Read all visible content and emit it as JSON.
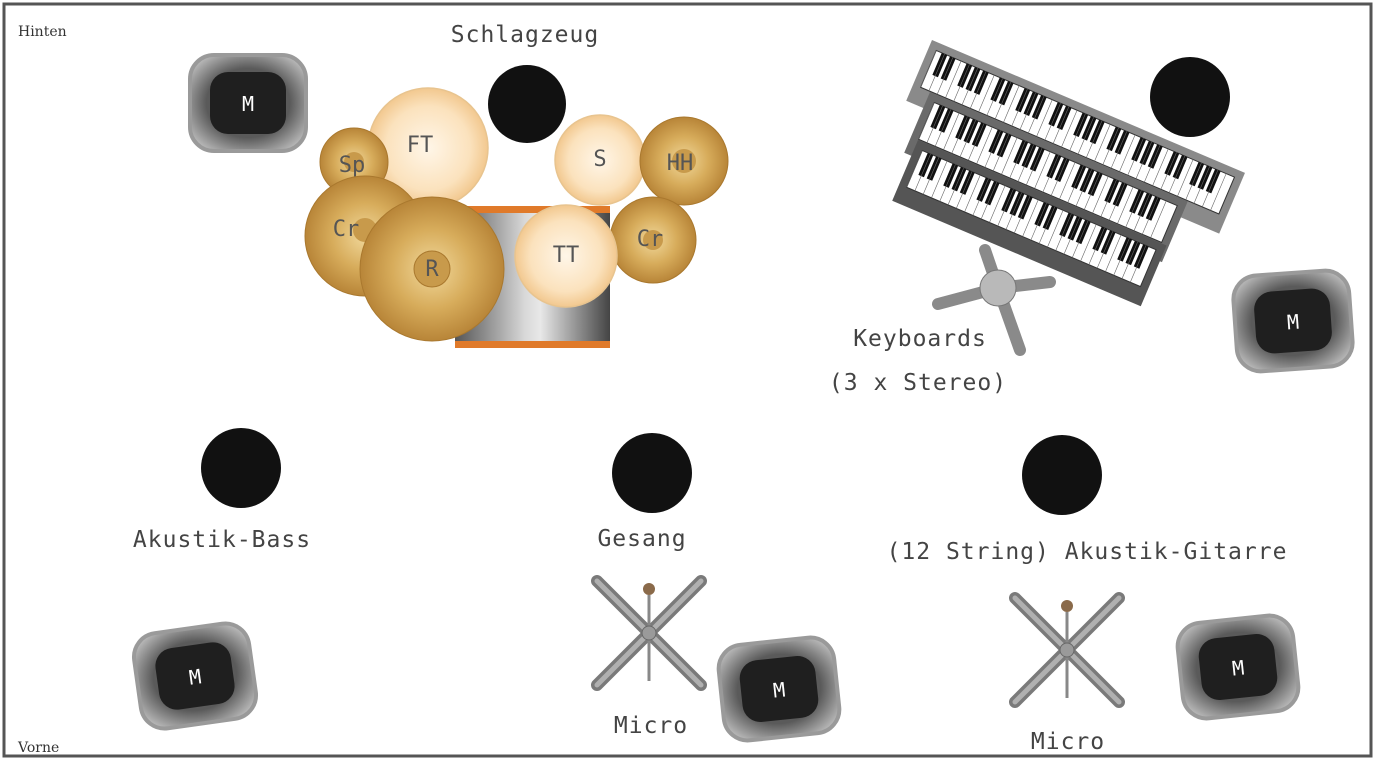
{
  "corners": {
    "back": "Hinten",
    "front": "Vorne"
  },
  "drums": {
    "title": "Schlagzeug",
    "floor_tom": "FT",
    "splash": "Sp",
    "crash": "Cr",
    "ride": "R",
    "snare": "S",
    "hihat": "HH",
    "tom_tom": "TT"
  },
  "keyboards": {
    "label_line1": "Keyboards",
    "label_line2": "(3 x Stereo)"
  },
  "positions": {
    "bass": "Akustik-Bass",
    "vocals": "Gesang",
    "guitar": "(12 String) Akustik-Gitarre"
  },
  "microphone_label": "Micro",
  "monitor_label": "M",
  "colors": {
    "border": "#555555",
    "musician": "#111111",
    "cymbal": "#c9963e",
    "drum_head": "#f7d9a8",
    "monitor_body": "#9a9a9a",
    "monitor_face": "#1f1f1f",
    "keyboard": "#6a6a6a",
    "shell_rim": "#e07a2a"
  }
}
